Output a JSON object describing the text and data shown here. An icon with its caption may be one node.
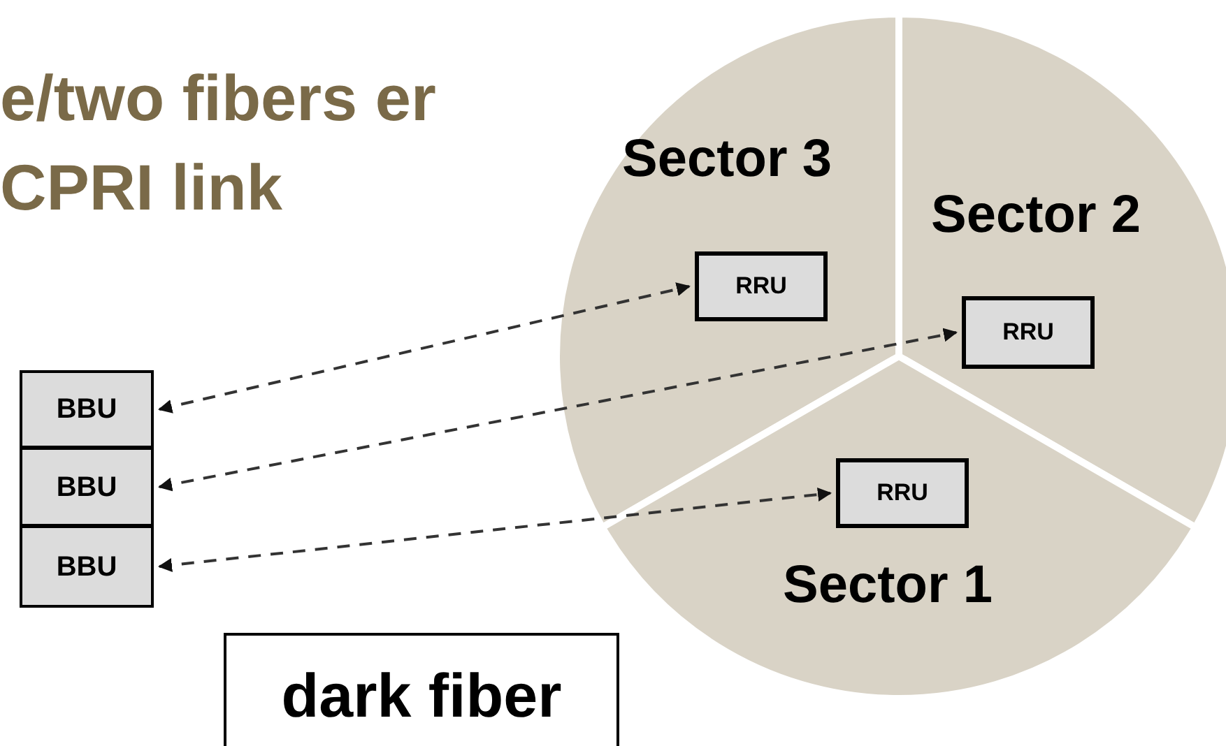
{
  "diagram": {
    "title": "e/two fibers er CPRI link",
    "nodes": [
      {
        "text": [
          "Sector 3"
        ]
      },
      {
        "text": [
          "RRU"
        ],
        "in": 0
      },
      {
        "text": [
          "Sector 2"
        ]
      },
      {
        "text": [
          "RRU"
        ],
        "in": 2
      },
      {
        "text": [
          "BBU"
        ]
      },
      {
        "text": [
          "BBU"
        ]
      },
      {
        "text": [
          "BBU"
        ]
      },
      {
        "text": [
          "Sector 1"
        ]
      },
      {
        "text": [
          "RRU"
        ],
        "in": 7
      },
      {
        "text": [
          "dark fiber"
        ]
      }
    ],
    "edges": [
      {
        "from": 4,
        "to": 1,
        "arrow": "both",
        "style": "dashed"
      },
      {
        "from": 5,
        "to": 3,
        "arrow": "both",
        "style": "dashed"
      },
      {
        "from": 6,
        "to": 8,
        "arrow": "both",
        "style": "dashed"
      }
    ]
  }
}
